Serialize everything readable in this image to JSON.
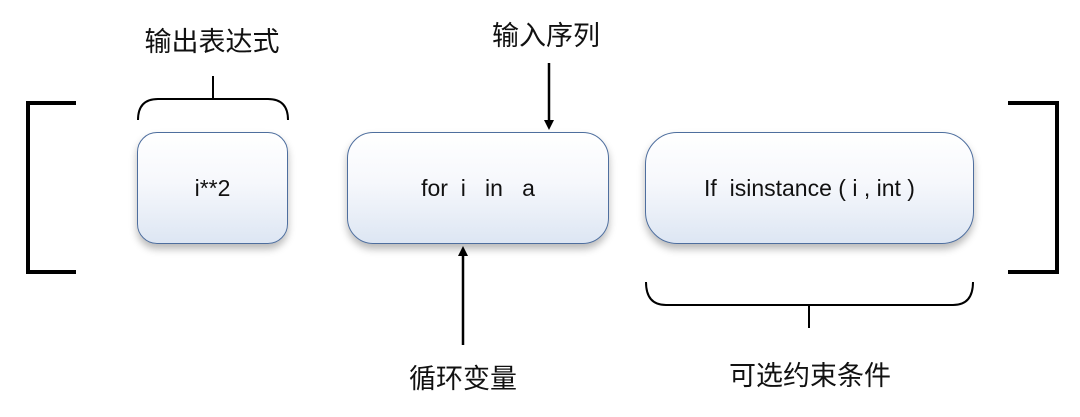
{
  "labels": {
    "output_expression": "输出表达式",
    "input_sequence": "输入序列",
    "loop_variable": "循环变量",
    "optional_condition": "可选约束条件"
  },
  "boxes": {
    "expression": "i**2",
    "loop": "for  i   in   a",
    "condition": "If  isinstance ( i , int )"
  }
}
